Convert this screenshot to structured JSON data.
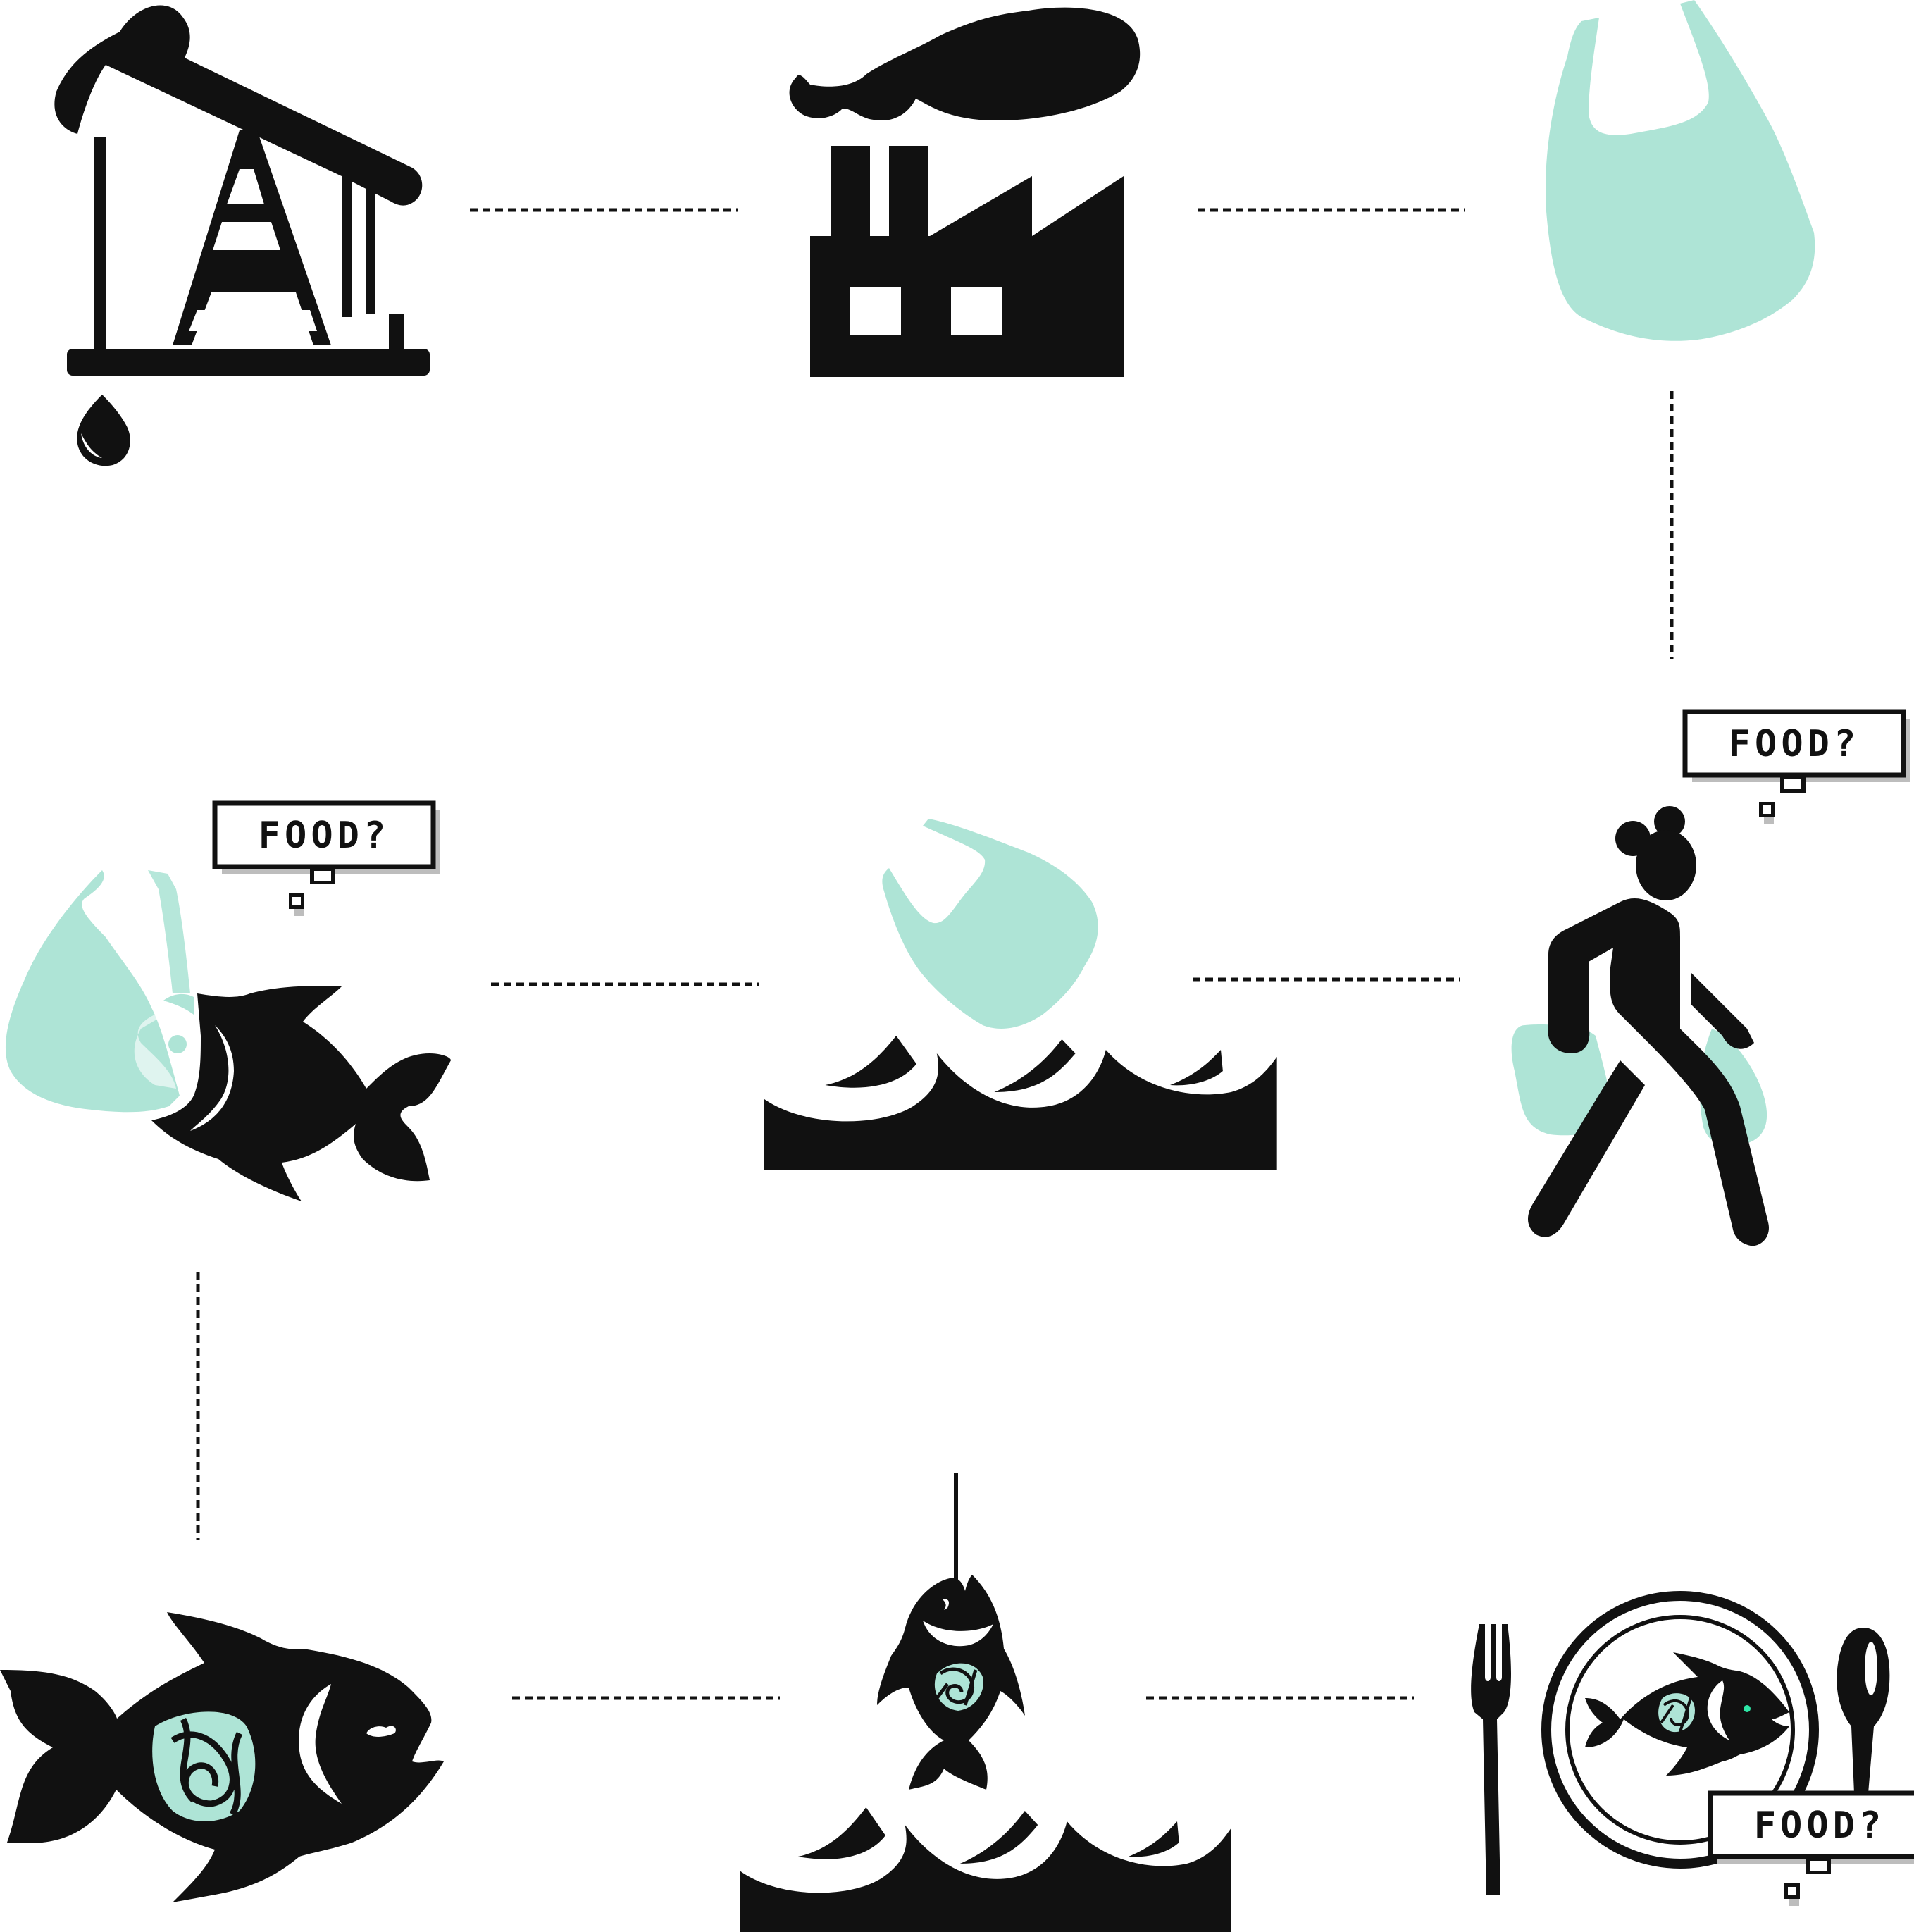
{
  "colors": {
    "ink": "#111111",
    "plastic": "#aee4d6",
    "eye_accent": "#2ee6a6",
    "background": "#ffffff",
    "bubble_shadow": "#bdbdbd"
  },
  "nodes": [
    {
      "id": "oil-pump",
      "icon": "oil-pump-icon"
    },
    {
      "id": "factory",
      "icon": "factory-icon"
    },
    {
      "id": "plastic-bag",
      "icon": "plastic-bag-icon"
    },
    {
      "id": "shopper",
      "icon": "shopper-with-bags-icon"
    },
    {
      "id": "bag-in-ocean",
      "icon": "bag-in-ocean-icon"
    },
    {
      "id": "fish-eating-bag",
      "icon": "fish-eating-bag-icon"
    },
    {
      "id": "fish-with-plastic",
      "icon": "fish-with-plastic-inside-icon"
    },
    {
      "id": "fish-caught",
      "icon": "fish-on-hook-icon"
    },
    {
      "id": "fish-on-plate",
      "icon": "fish-on-plate-icon"
    }
  ],
  "bubbles": [
    {
      "id": "shopper-thought",
      "text": "FOOD?"
    },
    {
      "id": "fish-thought",
      "text": "FOOD?"
    },
    {
      "id": "diner-thought",
      "text": "FOOD?"
    }
  ],
  "connectors": [
    {
      "from": "oil-pump",
      "to": "factory"
    },
    {
      "from": "factory",
      "to": "plastic-bag"
    },
    {
      "from": "plastic-bag",
      "to": "shopper"
    },
    {
      "from": "shopper",
      "to": "bag-in-ocean"
    },
    {
      "from": "bag-in-ocean",
      "to": "fish-eating-bag"
    },
    {
      "from": "fish-eating-bag",
      "to": "fish-with-plastic"
    },
    {
      "from": "fish-with-plastic",
      "to": "fish-caught"
    },
    {
      "from": "fish-caught",
      "to": "fish-on-plate"
    }
  ]
}
